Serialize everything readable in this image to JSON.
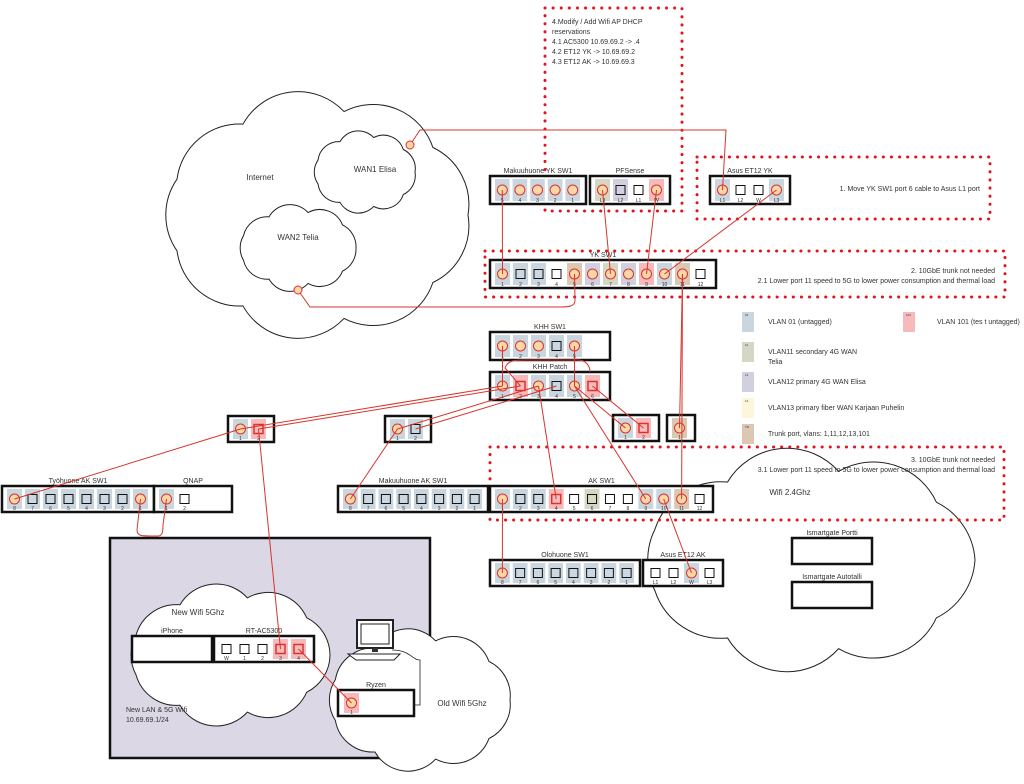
{
  "colors": {
    "vlan01": "#c9d6e0",
    "vlan11": "#d5d6c4",
    "vlan12": "#d2cfdf",
    "vlan13": "#fdf6dc",
    "trunk": "#dcc8b2",
    "vlan101": "#f8b9bc",
    "cable": "#d9342b",
    "note_border": "#e0141e",
    "lan_area": "#dcd7e4"
  },
  "clouds": {
    "internet": "Internet",
    "wan1": "WAN1 Elisa",
    "wan2": "WAN2 Telia",
    "wifi24": "Wifi 2.4Ghz",
    "new_wifi": "New Wifi 5Ghz",
    "old_wifi": "Old Wifi 5Ghz"
  },
  "lan_area": {
    "label_line1": "New LAN & 5G Wifi",
    "label_line2": "10.69.69.1/24"
  },
  "notes": {
    "note4": [
      "4.Modify / Add Wifi AP DHCP",
      "reservations",
      "4.1 AC5300 10.69.69.2 -> .4",
      "4.2 ET12 YK -> 10.69.69.2",
      "4.3 ET12 AK -> 10.69.69.3"
    ],
    "note1": [
      "1. Move  YK SW1 port 6 cable to Asus L1 port"
    ],
    "note2": [
      "2. 10GbE trunk not needed",
      "2.1 Lower port 11 speed to 5G to lower power consumption and thermal load"
    ],
    "note3": [
      "3. 10GbE trunk not needed",
      "3.1 Lower port 11 speed to 5G to lower power consumption and thermal load"
    ]
  },
  "legend": [
    {
      "vlan": "vlan01",
      "tag": "01",
      "label": "VLAN 01 (untagged)"
    },
    {
      "vlan": "vlan11",
      "tag": "11",
      "label": "VLAN11 secondary 4G WAN",
      "label2": "Telia"
    },
    {
      "vlan": "vlan12",
      "tag": "12",
      "label": "VLAN12 primary 4G WAN Elisa"
    },
    {
      "vlan": "vlan13",
      "tag": "13",
      "label": "VLAN13 primary fiber WAN Karjaan Puhelin"
    },
    {
      "vlan": "trunk",
      "tag": "TR",
      "label": "Trunk port, vlans: 1,11,12,13,101"
    },
    {
      "vlan": "vlan101",
      "tag": "101",
      "label": "VLAN 101 (tes t untagged)"
    }
  ],
  "devices": [
    {
      "id": "mkyk",
      "name": "Makuuhuone YK SW1",
      "ports": [
        {
          "v": "vlan01",
          "l": "5",
          "c": 1
        },
        {
          "v": "vlan01",
          "l": "4",
          "c": 1
        },
        {
          "v": "vlan01",
          "l": "3",
          "c": 1
        },
        {
          "v": "vlan01",
          "l": "2",
          "c": 1
        },
        {
          "v": "vlan01",
          "l": "1",
          "c": 1
        }
      ]
    },
    {
      "id": "pfs",
      "name": "PFSense",
      "ports": [
        {
          "v": "vlan11",
          "l": "L3",
          "c": 1
        },
        {
          "v": "vlan12",
          "l": "L2",
          "c": 0
        },
        {
          "v": "",
          "l": "L1",
          "c": 0
        },
        {
          "v": "vlan101",
          "l": "W",
          "c": 1
        }
      ]
    },
    {
      "id": "asusyk",
      "name": "Asus ET12 YK",
      "ports": [
        {
          "v": "vlan01",
          "l": "L1",
          "c": 1
        },
        {
          "v": "",
          "l": "L2",
          "c": 0
        },
        {
          "v": "",
          "l": "W",
          "c": 0
        },
        {
          "v": "vlan01",
          "l": "L3",
          "c": 1
        }
      ]
    },
    {
      "id": "yksw",
      "name": "YK SW1",
      "ports": [
        {
          "v": "vlan01",
          "l": "1",
          "c": 1
        },
        {
          "v": "vlan01",
          "l": "2",
          "c": 0
        },
        {
          "v": "vlan01",
          "l": "3",
          "c": 0
        },
        {
          "v": "",
          "l": "4",
          "c": 0
        },
        {
          "v": "trunk",
          "l": "5",
          "c": 1
        },
        {
          "v": "vlan12",
          "l": "6",
          "c": 1
        },
        {
          "v": "vlan11",
          "l": "7",
          "c": 1
        },
        {
          "v": "vlan12",
          "l": "8",
          "c": 1
        },
        {
          "v": "vlan101",
          "l": "9",
          "c": 1
        },
        {
          "v": "vlan01",
          "l": "10",
          "c": 1
        },
        {
          "v": "trunk",
          "l": "11",
          "c": 1
        },
        {
          "v": "",
          "l": "12",
          "c": 0
        }
      ]
    },
    {
      "id": "khhsw",
      "name": "KHH SW1",
      "ports": [
        {
          "v": "vlan01",
          "l": "1",
          "c": 1
        },
        {
          "v": "vlan01",
          "l": "2",
          "c": 1
        },
        {
          "v": "vlan01",
          "l": "3",
          "c": 1
        },
        {
          "v": "vlan01",
          "l": "4",
          "c": 0
        },
        {
          "v": "vlan01",
          "l": "5",
          "c": 1
        }
      ]
    },
    {
      "id": "khhp",
      "name": "KHH Patch",
      "ports": [
        {
          "v": "vlan01",
          "l": "1",
          "c": 1
        },
        {
          "v": "vlan101",
          "l": "2",
          "c": 2
        },
        {
          "v": "vlan01",
          "l": "3",
          "c": 1
        },
        {
          "v": "vlan01",
          "l": "4",
          "c": 0
        },
        {
          "v": "vlan01",
          "l": "5",
          "c": 1
        },
        {
          "v": "vlan101",
          "l": "6",
          "c": 2
        }
      ]
    },
    {
      "id": "wall1",
      "name": "",
      "ports": [
        {
          "v": "vlan01",
          "l": "1",
          "c": 1
        },
        {
          "v": "vlan101",
          "l": "2",
          "c": 2
        }
      ]
    },
    {
      "id": "wall2",
      "name": "",
      "ports": [
        {
          "v": "vlan01",
          "l": "1",
          "c": 1
        },
        {
          "v": "vlan01",
          "l": "2",
          "c": 0
        }
      ]
    },
    {
      "id": "wall3",
      "name": "",
      "ports": [
        {
          "v": "vlan01",
          "l": "1",
          "c": 1
        },
        {
          "v": "vlan101",
          "l": "2",
          "c": 2
        }
      ]
    },
    {
      "id": "wall4",
      "name": "",
      "ports": [
        {
          "v": "trunk",
          "l": "1",
          "c": 1
        }
      ]
    },
    {
      "id": "tyo",
      "name": "Työhuone AK SW1",
      "ports": [
        {
          "v": "vlan01",
          "l": "8",
          "c": 1
        },
        {
          "v": "vlan01",
          "l": "7",
          "c": 0
        },
        {
          "v": "vlan01",
          "l": "6",
          "c": 0
        },
        {
          "v": "vlan01",
          "l": "5",
          "c": 0
        },
        {
          "v": "vlan01",
          "l": "4",
          "c": 0
        },
        {
          "v": "vlan01",
          "l": "3",
          "c": 0
        },
        {
          "v": "vlan01",
          "l": "2",
          "c": 0
        },
        {
          "v": "vlan01",
          "l": "1",
          "c": 1
        }
      ]
    },
    {
      "id": "qnap",
      "name": "QNAP",
      "ports": [
        {
          "v": "vlan01",
          "l": "1",
          "c": 1
        },
        {
          "v": "",
          "l": "2",
          "c": 0
        }
      ]
    },
    {
      "id": "mkak",
      "name": "Makuuhuone AK SW1",
      "ports": [
        {
          "v": "vlan01",
          "l": "8",
          "c": 1
        },
        {
          "v": "vlan01",
          "l": "7",
          "c": 0
        },
        {
          "v": "vlan01",
          "l": "6",
          "c": 0
        },
        {
          "v": "vlan01",
          "l": "5",
          "c": 0
        },
        {
          "v": "vlan01",
          "l": "4",
          "c": 0
        },
        {
          "v": "vlan01",
          "l": "3",
          "c": 0
        },
        {
          "v": "vlan01",
          "l": "2",
          "c": 0
        },
        {
          "v": "vlan01",
          "l": "1",
          "c": 0
        }
      ]
    },
    {
      "id": "aksw",
      "name": "AK SW1",
      "ports": [
        {
          "v": "vlan01",
          "l": "1",
          "c": 1
        },
        {
          "v": "vlan01",
          "l": "2",
          "c": 0
        },
        {
          "v": "vlan01",
          "l": "3",
          "c": 0
        },
        {
          "v": "vlan101",
          "l": "4",
          "c": 2
        },
        {
          "v": "",
          "l": "5",
          "c": 0
        },
        {
          "v": "vlan11",
          "l": "6",
          "c": 0
        },
        {
          "v": "",
          "l": "7",
          "c": 0
        },
        {
          "v": "",
          "l": "8",
          "c": 0
        },
        {
          "v": "vlan01",
          "l": "9",
          "c": 1
        },
        {
          "v": "vlan01",
          "l": "10",
          "c": 1
        },
        {
          "v": "trunk",
          "l": "11",
          "c": 1
        },
        {
          "v": "",
          "l": "12",
          "c": 0
        }
      ]
    },
    {
      "id": "olo",
      "name": "Olohuone SW1",
      "ports": [
        {
          "v": "vlan01",
          "l": "8",
          "c": 1
        },
        {
          "v": "vlan01",
          "l": "7",
          "c": 0
        },
        {
          "v": "vlan01",
          "l": "6",
          "c": 0
        },
        {
          "v": "vlan01",
          "l": "5",
          "c": 0
        },
        {
          "v": "vlan01",
          "l": "4",
          "c": 0
        },
        {
          "v": "vlan01",
          "l": "3",
          "c": 0
        },
        {
          "v": "vlan01",
          "l": "2",
          "c": 0
        },
        {
          "v": "vlan01",
          "l": "1",
          "c": 0
        }
      ]
    },
    {
      "id": "asusak",
      "name": "Asus ET12 AK",
      "ports": [
        {
          "v": "",
          "l": "L1",
          "c": 0
        },
        {
          "v": "",
          "l": "L2",
          "c": 0
        },
        {
          "v": "vlan01",
          "l": "W",
          "c": 1
        },
        {
          "v": "",
          "l": "L3",
          "c": 0
        }
      ]
    },
    {
      "id": "portti",
      "name": "Ismartgate Portti",
      "ports": []
    },
    {
      "id": "autotalli",
      "name": "Ismartgate Autotalli",
      "ports": []
    },
    {
      "id": "iphone",
      "name": "iPhone",
      "ports": []
    },
    {
      "id": "rt",
      "name": "RT-AC5300",
      "ports": [
        {
          "v": "",
          "l": "W",
          "c": 0
        },
        {
          "v": "",
          "l": "1",
          "c": 0
        },
        {
          "v": "",
          "l": "2",
          "c": 0
        },
        {
          "v": "vlan101",
          "l": "3",
          "c": 2
        },
        {
          "v": "vlan101",
          "l": "4",
          "c": 2
        }
      ]
    },
    {
      "id": "ryzen",
      "name": "Ryzen",
      "ports": [
        {
          "v": "vlan101",
          "l": "1",
          "c": 1
        }
      ]
    }
  ]
}
